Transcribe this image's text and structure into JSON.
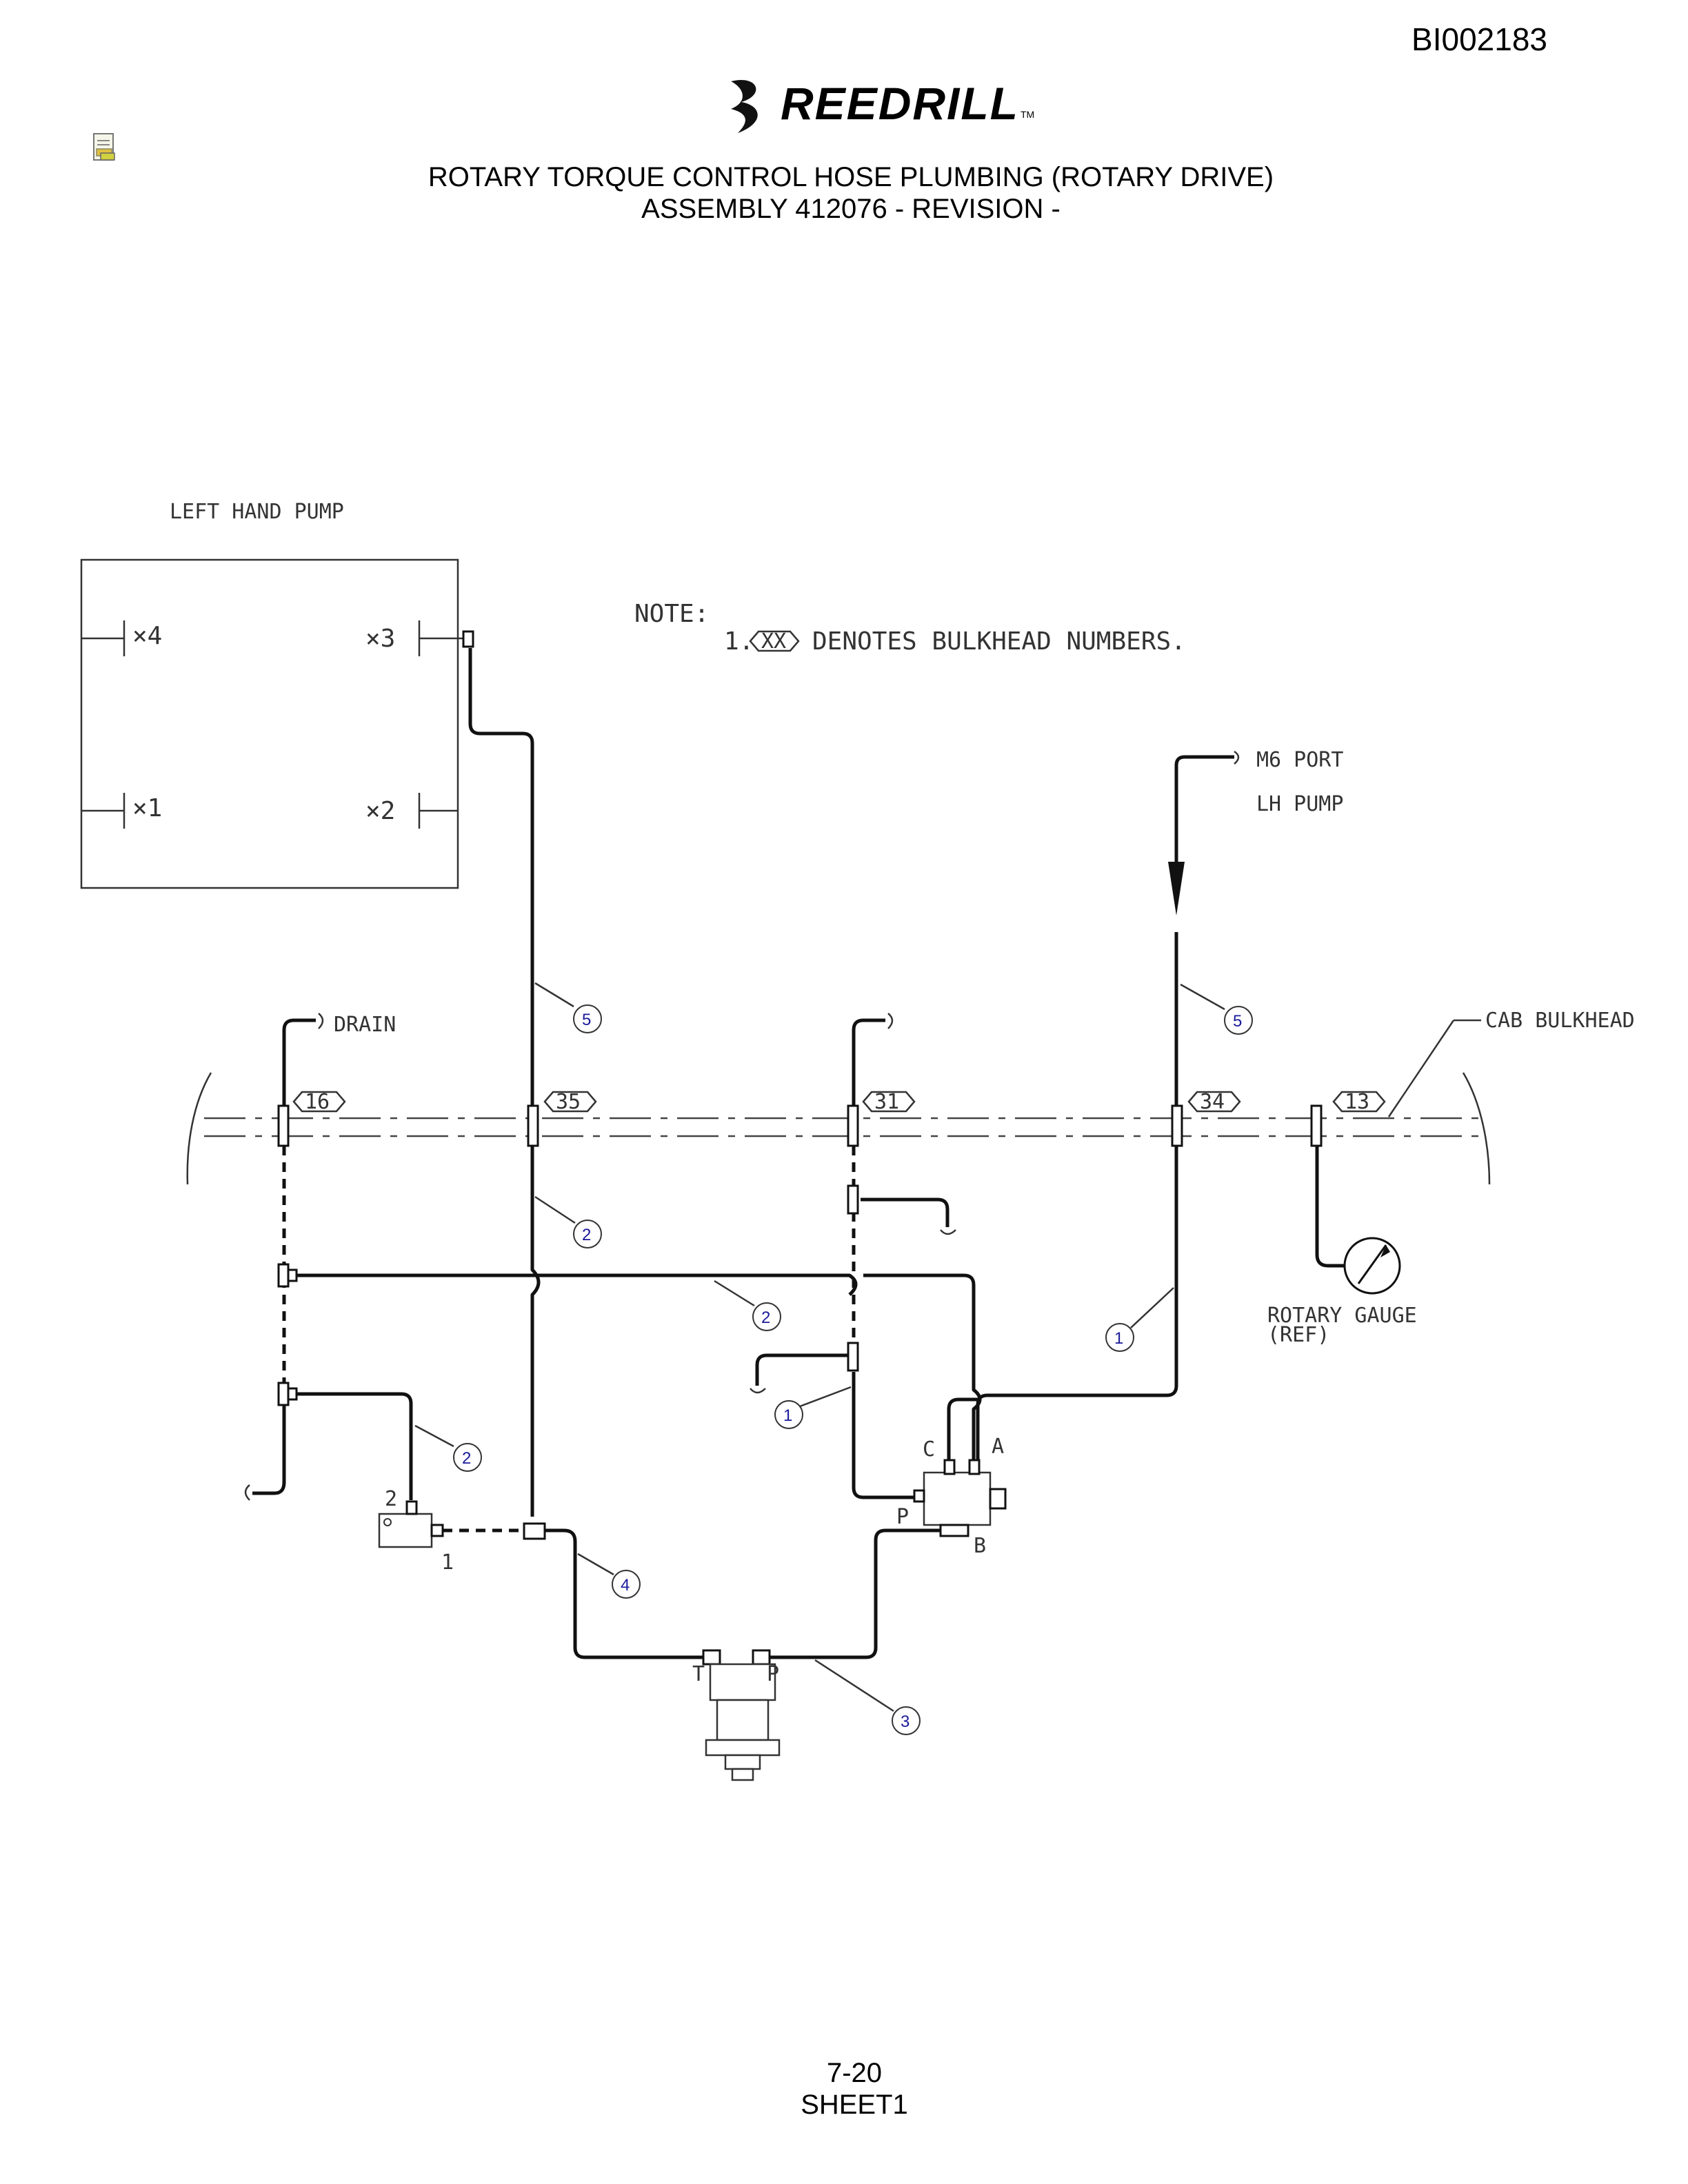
{
  "header": {
    "doc_id": "BI002183",
    "logo_text": "REEDRILL",
    "logo_tm": "TM",
    "title_line1": "ROTARY TORQUE CONTROL HOSE PLUMBING (ROTARY DRIVE)",
    "title_line2": "ASSEMBLY 412076 - REVISION -"
  },
  "pump": {
    "title": "LEFT HAND PUMP",
    "ports": [
      "×4",
      "×3",
      "×1",
      "×2"
    ]
  },
  "note": {
    "heading": "NOTE:",
    "item_prefix": "1.",
    "item_symbol": "XX",
    "item_text": "DENOTES BULKHEAD NUMBERS."
  },
  "labels": {
    "m6_port": "M6 PORT",
    "lh_pump": "LH PUMP",
    "drain": "DRAIN",
    "cab_bulkhead": "CAB BULKHEAD",
    "rotary_gauge": "ROTARY GAUGE",
    "ref": "(REF)",
    "valve_c": "C",
    "valve_a": "A",
    "valve_p": "P",
    "valve_b": "B",
    "small_valve_2": "2",
    "small_valve_1": "1",
    "motor_t": "T",
    "motor_p": "P"
  },
  "bulkheads": [
    "16",
    "35",
    "31",
    "34",
    "13"
  ],
  "callouts": [
    "5",
    "5",
    "2",
    "2",
    "1",
    "1",
    "2",
    "4",
    "3"
  ],
  "footer": {
    "page": "7-20",
    "sheet": "SHEET1"
  },
  "colors": {
    "line": "#111111",
    "callout_text": "#1a1a9a"
  }
}
